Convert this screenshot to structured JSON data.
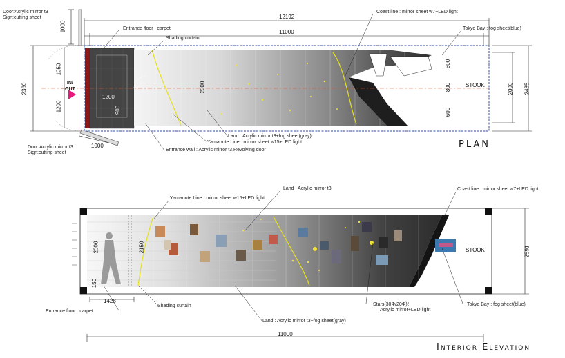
{
  "plan": {
    "title": "PLAN",
    "labels": {
      "door_top_1": "Door:Acrylic mirror t3",
      "door_top_2": "Sign:cutting sheet",
      "entrance_floor": "Entrance floor : carpet",
      "shading_curtain": "Shading curtain",
      "coast_line": "Coast line : mirror sheet  w7+LED light",
      "tokyo_bay": "Tokyo Bay : fog sheet(blue)",
      "land": "Land : Acrylic mirror t3+fog sheet(gray)",
      "yamanote": "Yamanote Line : mirror sheet  w15+LED light",
      "entrance_wall": "Entrance wall : Acrylic mirror t3,Revolving door",
      "door_bottom_1": "Door:Acrylic mirror t3",
      "door_bottom_2": "Sign:cutting sheet",
      "in_out": "IN/\nOUT",
      "stook": "STOOK"
    },
    "dims": {
      "overall": "12192",
      "inner": "11000",
      "door_top": "1000",
      "door_bottom": "1000",
      "left_total": "2360",
      "left_upper": "1050",
      "left_lower": "1200",
      "inner_a": "1200",
      "inner_b": "900",
      "mid_height": "2000",
      "right_a": "600",
      "right_b": "800",
      "right_c": "600",
      "right_inner": "2000",
      "right_total": "2435"
    }
  },
  "elevation": {
    "title": "Interior Elevation",
    "labels": {
      "land_top": "Land : Acrylic mirror t3",
      "yamanote": "Yamanote Line : mirror sheet  w15+LED light",
      "coast_line": "Coast line : mirror sheet  w7+LED light",
      "stook": "STOOK",
      "shading_curtain": "Shading curtain",
      "entrance_floor": "Entrance floor : carpet",
      "stars_1": "Stars(30Φ/20Φ)：",
      "stars_2": "Acrylic mirror+LED light",
      "tokyo_bay": "Tokyo Bay : fog sheet(blue)",
      "land_bottom": "Land : Acrylic mirror t3+fog sheet(gray)"
    },
    "dims": {
      "h_2000": "2000",
      "h_2150": "2150",
      "h_150": "150",
      "w_1428": "1428",
      "height_total": "2591",
      "overall": "11000"
    }
  },
  "colors": {
    "accent_pink": "#e8197a",
    "section_line": "#e84a2a",
    "yamanote_line": "#e6e01a",
    "container_edge": "#5a6fb0",
    "wall_dark": "#1e1e1e",
    "wall_light": "#f2f2f2"
  }
}
